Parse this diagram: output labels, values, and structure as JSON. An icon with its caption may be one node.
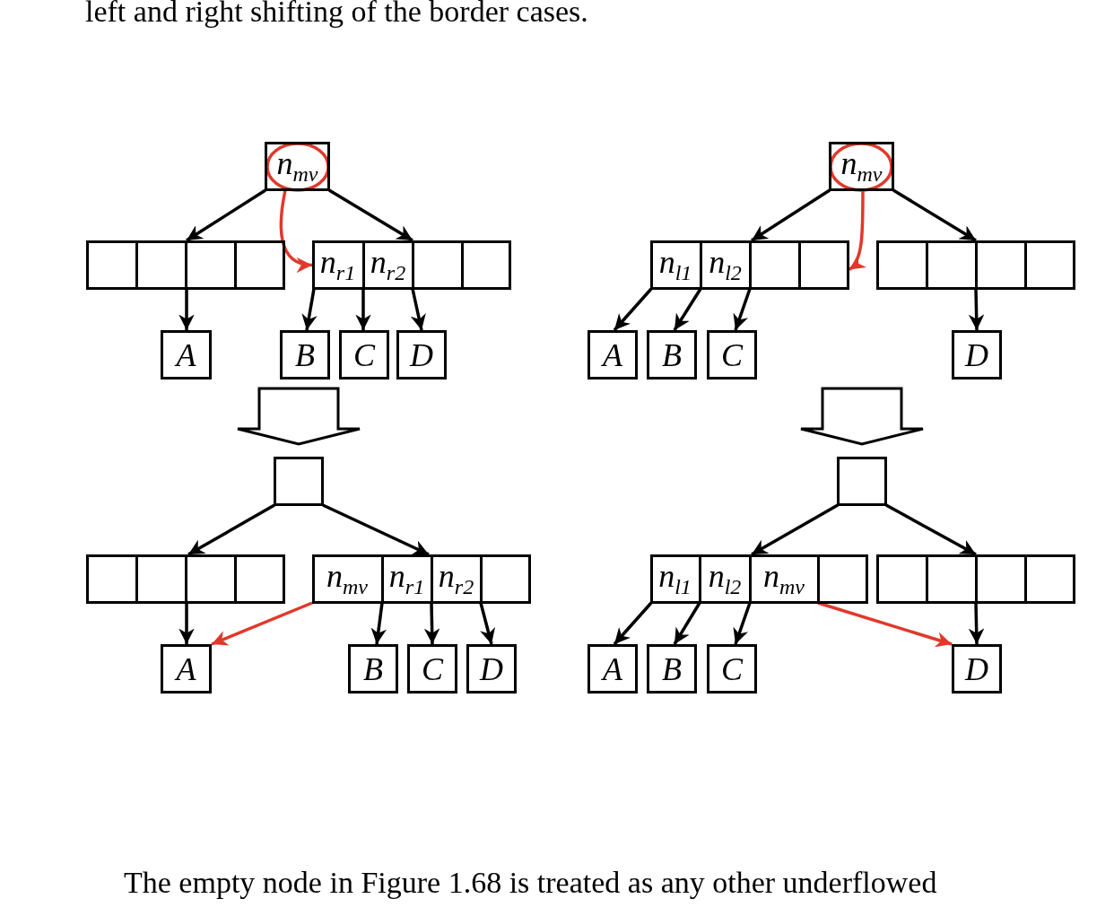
{
  "diagram": {
    "nodes": [
      {
        "text": [
          "n$_{mv}$"
        ]
      },
      {
        "text": [],
        "shape": "box"
      },
      {
        "text": [
          "n$_{r1}$",
          "n$_{r2}$"
        ]
      },
      {
        "text": [
          "A"
        ]
      },
      {
        "text": [
          "B"
        ]
      },
      {
        "text": [
          "C"
        ]
      },
      {
        "text": [
          "D"
        ]
      },
      {
        "text": [
          "n$_{mv}$"
        ]
      },
      {
        "text": [
          "n$_{l1}$",
          "n$_{l2}$"
        ]
      },
      {
        "text": [],
        "shape": "box"
      },
      {
        "text": [
          "A"
        ]
      },
      {
        "text": [
          "B"
        ]
      },
      {
        "text": [
          "C"
        ]
      },
      {
        "text": [
          "D"
        ]
      },
      {
        "text": [],
        "shape": "box"
      },
      {
        "text": [],
        "shape": "box"
      },
      {
        "text": [
          "n$_{mv}$",
          "n$_{r1}$",
          "n$_{r2}$"
        ]
      },
      {
        "text": [
          "A"
        ]
      },
      {
        "text": [
          "B"
        ]
      },
      {
        "text": [
          "C"
        ]
      },
      {
        "text": [
          "D"
        ]
      },
      {
        "text": [],
        "shape": "box"
      },
      {
        "text": [
          "n$_{l1}$",
          "n$_{l2}$",
          "n$_{mv}$"
        ]
      },
      {
        "text": [],
        "shape": "box"
      },
      {
        "text": [
          "A"
        ]
      },
      {
        "text": [
          "B"
        ]
      },
      {
        "text": [
          "C"
        ]
      },
      {
        "text": [
          "D"
        ]
      }
    ],
    "edges": [
      {
        "from": 0,
        "to": 1,
        "arrow": "to"
      },
      {
        "from": 0,
        "to": 2,
        "arrow": "to"
      },
      {
        "from": 0,
        "to": 2,
        "arrow": "to",
        "color": "#e0392b"
      },
      {
        "from": 1,
        "to": 3,
        "arrow": "to"
      },
      {
        "from": 2,
        "to": 4,
        "arrow": "to"
      },
      {
        "from": 2,
        "to": 5,
        "arrow": "to"
      },
      {
        "from": 2,
        "to": 6,
        "arrow": "to"
      },
      {
        "from": 7,
        "to": 8,
        "arrow": "to"
      },
      {
        "from": 7,
        "to": 9,
        "arrow": "to"
      },
      {
        "from": 7,
        "to": 8,
        "arrow": "to",
        "color": "#e0392b"
      },
      {
        "from": 8,
        "to": 10,
        "arrow": "to"
      },
      {
        "from": 8,
        "to": 11,
        "arrow": "to"
      },
      {
        "from": 8,
        "to": 12,
        "arrow": "to"
      },
      {
        "from": 9,
        "to": 13,
        "arrow": "to"
      },
      {
        "from": 14,
        "to": 15,
        "arrow": "to"
      },
      {
        "from": 14,
        "to": 16,
        "arrow": "to"
      },
      {
        "from": 15,
        "to": 17,
        "arrow": "to"
      },
      {
        "from": 16,
        "to": 17,
        "arrow": "to",
        "color": "#e0392b"
      },
      {
        "from": 16,
        "to": 18,
        "arrow": "to"
      },
      {
        "from": 16,
        "to": 19,
        "arrow": "to"
      },
      {
        "from": 16,
        "to": 20,
        "arrow": "to"
      },
      {
        "from": 21,
        "to": 22,
        "arrow": "to"
      },
      {
        "from": 21,
        "to": 23,
        "arrow": "to"
      },
      {
        "from": 22,
        "to": 24,
        "arrow": "to"
      },
      {
        "from": 22,
        "to": 25,
        "arrow": "to"
      },
      {
        "from": 22,
        "to": 26,
        "arrow": "to"
      },
      {
        "from": 22,
        "to": 27,
        "arrow": "to",
        "color": "#e0392b"
      },
      {
        "from": 23,
        "to": 27,
        "arrow": "to"
      },
      {
        "from": null,
        "to": 14,
        "arrow": "to",
        "style": "thick"
      },
      {
        "from": null,
        "to": 21,
        "arrow": "to",
        "style": "thick"
      }
    ],
    "labels": [
      "left and right shifting of the border cases.",
      "The empty node in Figure 1.68 is treated as any other underflowed"
    ]
  }
}
